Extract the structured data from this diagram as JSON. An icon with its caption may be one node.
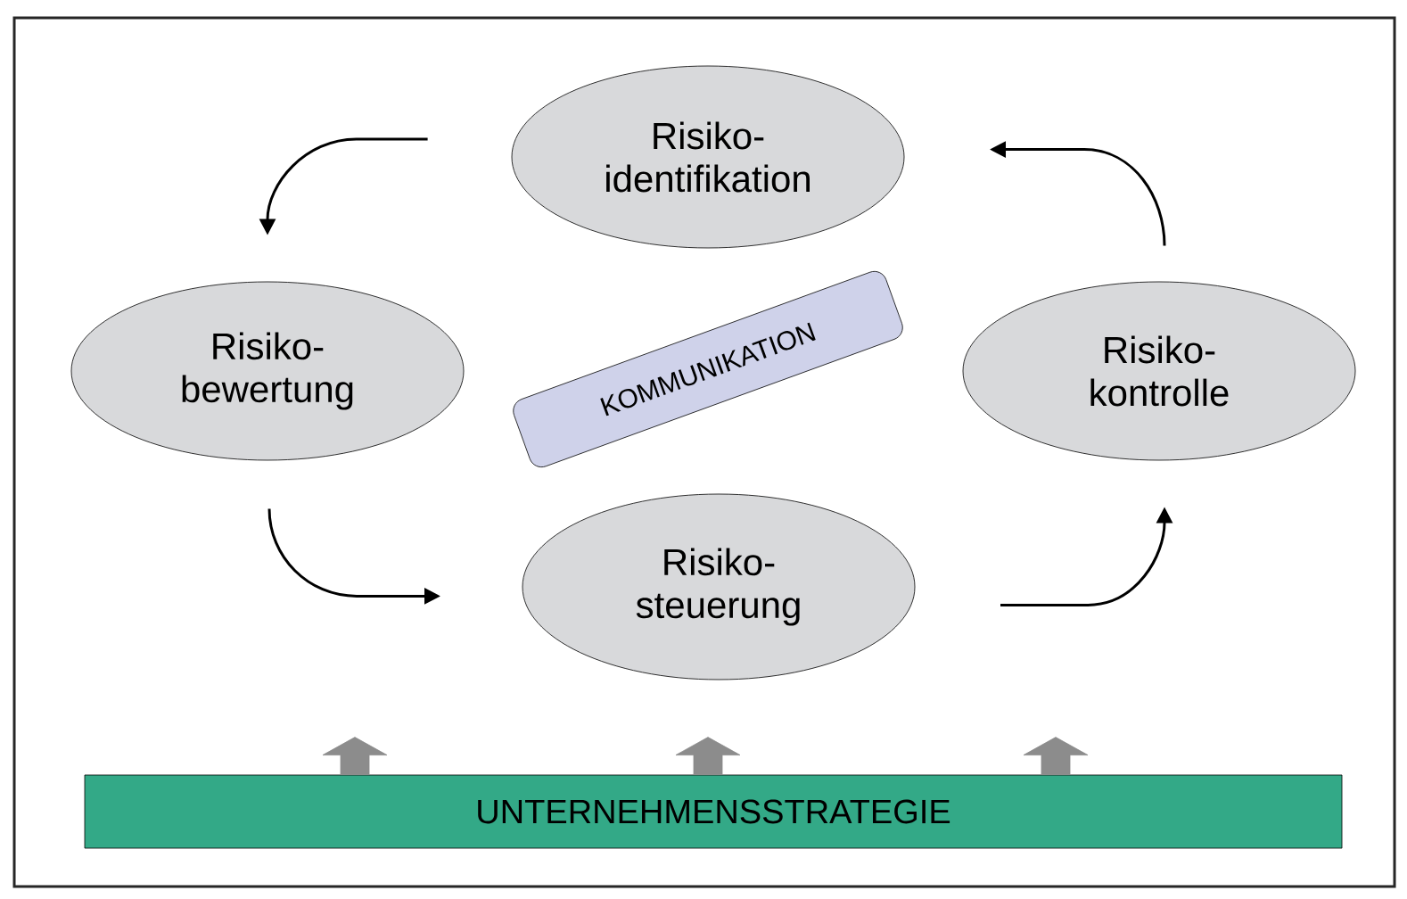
{
  "diagram": {
    "nodes": [
      {
        "text": [
          "Risiko- identifikation"
        ]
      },
      {
        "text": [
          "Risiko- bewertung"
        ]
      },
      {
        "text": [
          "KOMMUNIKATION"
        ]
      },
      {
        "text": [
          "Risiko- kontrolle"
        ]
      },
      {
        "text": [
          "Risiko- steuerung"
        ]
      },
      {
        "text": [
          "UNTERNEHMENSSTRATEGIE"
        ]
      }
    ],
    "edges": [
      {
        "from": 0,
        "to": 1,
        "arrow": "to"
      },
      {
        "from": 1,
        "to": 4,
        "arrow": "to"
      },
      {
        "from": 4,
        "to": 3,
        "arrow": "to"
      },
      {
        "from": 3,
        "to": 0,
        "arrow": "to"
      },
      {
        "from": 5,
        "to": null,
        "arrow": "to",
        "style": "thick",
        "color": "#8c8c8c"
      },
      {
        "from": 5,
        "to": null,
        "arrow": "to",
        "style": "thick",
        "color": "#8c8c8c"
      },
      {
        "from": 5,
        "to": null,
        "arrow": "to",
        "style": "thick",
        "color": "#8c8c8c"
      }
    ]
  }
}
